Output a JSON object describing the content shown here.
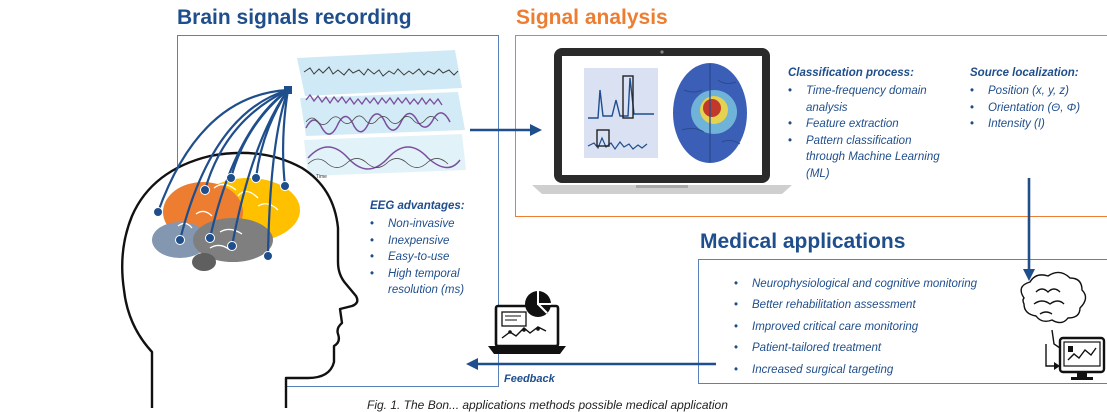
{
  "titles": {
    "brain_signals": "Brain signals recording",
    "signal_analysis": "Signal analysis",
    "medical_applications": "Medical applications"
  },
  "eeg": {
    "title": "EEG advantages:",
    "items": [
      "Non-invasive",
      "Inexpensive",
      "Easy-to-use",
      "High temporal resolution (ms)"
    ]
  },
  "classification": {
    "title": "Classification process:",
    "items": [
      "Time-frequency domain analysis",
      "Feature extraction",
      "Pattern classification through Machine Learning (ML)"
    ]
  },
  "source_localization": {
    "title": "Source localization:",
    "items": [
      "Position (x, y, z)",
      "Orientation (Θ, Φ)",
      "Intensity (I)"
    ]
  },
  "medical": {
    "items": [
      "Neurophysiological and cognitive monitoring",
      "Better rehabilitation assessment",
      "Improved critical care monitoring",
      "Patient-tailored treatment",
      "Increased surgical targeting"
    ]
  },
  "feedback_label": "Feedback",
  "eeg_plot_time_label": "Time",
  "caption": "Fig. 1. The Bon... applications methods possible medical application",
  "colors": {
    "blue": "#1f4e8c",
    "orange": "#ed7d31",
    "brain_orange": "#ed7d31",
    "brain_yellow": "#ffc000",
    "brain_gray": "#7f7f7f",
    "brain_blue": "#8497b0"
  },
  "icons": [
    "head-silhouette-icon",
    "brain-icon",
    "eeg-electrode-icon",
    "laptop-icon",
    "brain-heatmap-icon",
    "feedback-monitor-icon",
    "brain-outline-icon",
    "monitor-icon"
  ]
}
